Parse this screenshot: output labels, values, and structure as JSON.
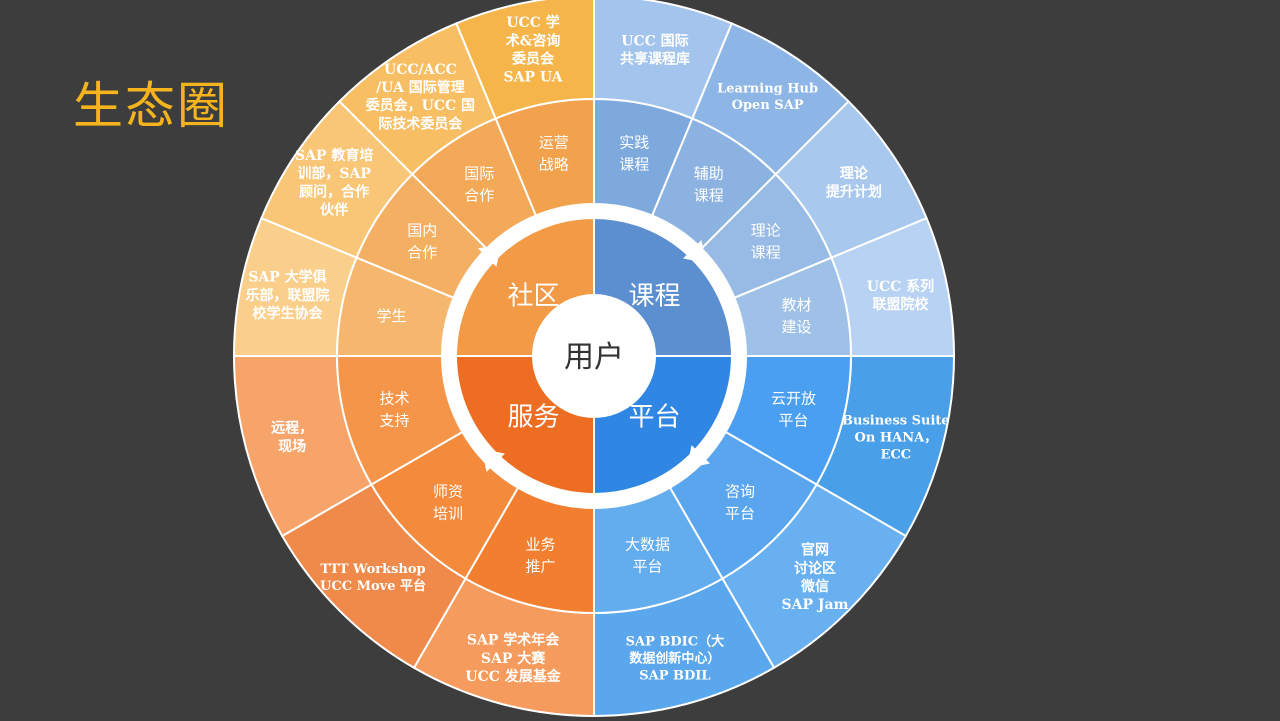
{
  "title": "生态圈",
  "center": "用户",
  "colors": {
    "background": "#3d3d3d",
    "title": "#f5b41e",
    "community": "#f4a741",
    "course": "#7aa8dc",
    "platform": "#3b93e6",
    "service": "#ef7b2d"
  },
  "quadrants": [
    {
      "name": "社区",
      "middle": [
        {
          "lines": [
            "运营",
            "战略"
          ]
        },
        {
          "lines": [
            "国际",
            "合作"
          ]
        },
        {
          "lines": [
            "国内",
            "合作"
          ]
        },
        {
          "lines": [
            "学生"
          ]
        }
      ],
      "outer": [
        {
          "lines": [
            "UCC 学",
            "术&咨询",
            "委员会",
            "SAP UA"
          ]
        },
        {
          "lines": [
            "UCC/ACC",
            "/UA 国际管理",
            "委员会，UCC 国",
            "际技术委员会"
          ]
        },
        {
          "lines": [
            "SAP 教育培",
            "训部，SAP",
            "顾问，合作",
            "伙伴"
          ]
        },
        {
          "lines": [
            "SAP 大学俱",
            "乐部，联盟院",
            "校学生协会"
          ]
        }
      ]
    },
    {
      "name": "课程",
      "middle": [
        {
          "lines": [
            "实践",
            "课程"
          ]
        },
        {
          "lines": [
            "辅助",
            "课程"
          ]
        },
        {
          "lines": [
            "理论",
            "课程"
          ]
        },
        {
          "lines": [
            "教材",
            "建设"
          ]
        }
      ],
      "outer": [
        {
          "lines": [
            "UCC 国际",
            "共享课程库"
          ]
        },
        {
          "lines": [
            "Learning Hub",
            "Open SAP"
          ]
        },
        {
          "lines": [
            "理论",
            "提升计划"
          ]
        },
        {
          "lines": [
            "UCC 系列",
            "联盟院校"
          ]
        }
      ]
    },
    {
      "name": "平台",
      "middle": [
        {
          "lines": [
            "云开放",
            "平台"
          ]
        },
        {
          "lines": [
            "咨询",
            "平台"
          ]
        },
        {
          "lines": [
            "大数据",
            "平台"
          ]
        }
      ],
      "outer": [
        {
          "lines": [
            "Business Suite",
            "On HANA，",
            "ECC"
          ]
        },
        {
          "lines": [
            "官网",
            "讨论区",
            "微信",
            "SAP Jam"
          ]
        },
        {
          "lines": [
            "SAP BDIC（大",
            "数据创新中心）",
            "SAP BDIL"
          ]
        }
      ]
    },
    {
      "name": "服务",
      "middle": [
        {
          "lines": [
            "业务",
            "推广"
          ]
        },
        {
          "lines": [
            "师资",
            "培训"
          ]
        },
        {
          "lines": [
            "技术",
            "支持"
          ]
        }
      ],
      "outer": [
        {
          "lines": [
            "SAP 学术年会",
            "SAP 大赛",
            "UCC 发展基金"
          ]
        },
        {
          "lines": [
            "TTT Workshop",
            "UCC Move 平台"
          ]
        },
        {
          "lines": [
            "远程，",
            "现场"
          ]
        }
      ]
    }
  ]
}
